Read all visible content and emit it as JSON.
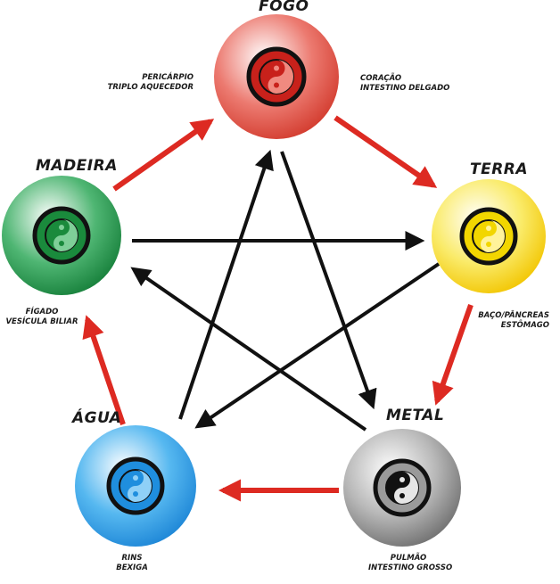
{
  "diagram": {
    "elements": {
      "fogo": {
        "name": "FOGO",
        "organs": [
          "CORAÇÃO",
          "INTESTINO DELGADO"
        ],
        "organs_extra": [
          "PERICÁRPIO",
          "TRIPLO AQUECEDOR"
        ],
        "color": "#e2574b",
        "symbol_color": "#c8211b"
      },
      "terra": {
        "name": "TERRA",
        "organs": [
          "BAÇO/PÂNCREAS",
          "ESTÔMAGO"
        ],
        "color": "#f7dd3c",
        "symbol_color": "#f2d600"
      },
      "metal": {
        "name": "METAL",
        "organs": [
          "PULMÃO",
          "INTESTINO GROSSO"
        ],
        "color": "#a4a4a4",
        "symbol_color": "#808080"
      },
      "agua": {
        "name": "ÁGUA",
        "organs": [
          "RINS",
          "BEXIGA"
        ],
        "color": "#3aa5e6",
        "symbol_color": "#1f8ede"
      },
      "madeira": {
        "name": "MADEIRA",
        "organs": [
          "FÍGADO",
          "VESÍCULA BILIAR"
        ],
        "color": "#2e9e55",
        "symbol_color": "#1a8a3c"
      }
    },
    "cycles": {
      "generating_color": "#dd2a22",
      "controlling_color": "#111111"
    }
  }
}
